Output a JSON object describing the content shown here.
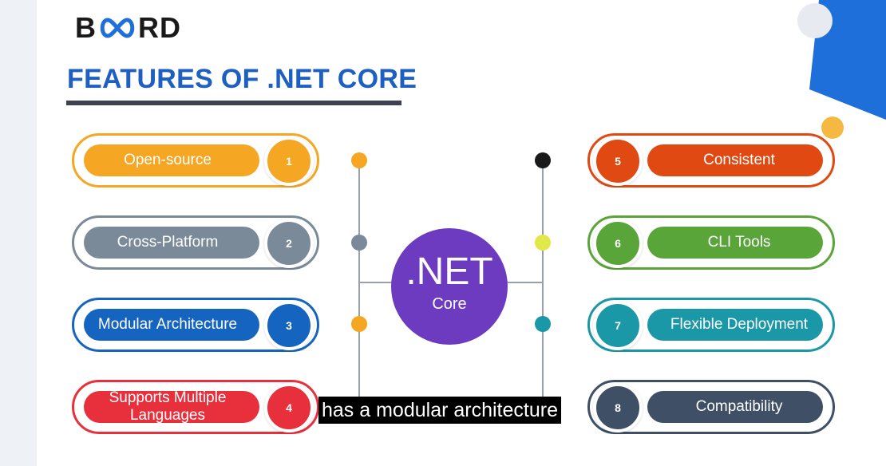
{
  "logo": {
    "text_b": "B",
    "text_rd": "RD"
  },
  "title": "FEATURES OF .NET CORE",
  "center": {
    "line1": ".NET",
    "line2": "Core",
    "color": "#6c3bbf"
  },
  "features_left": [
    {
      "num": "1",
      "label": "Open-source",
      "color": "#f5a623"
    },
    {
      "num": "2",
      "label": "Cross-Platform",
      "color": "#7b8a99"
    },
    {
      "num": "3",
      "label": "Modular Architecture",
      "color": "#1565c0"
    },
    {
      "num": "4",
      "label": "Supports Multiple Languages",
      "color": "#e8303c"
    }
  ],
  "features_right": [
    {
      "num": "5",
      "label": "Consistent",
      "color": "#e04a12"
    },
    {
      "num": "6",
      "label": "CLI Tools",
      "color": "#5aa53a"
    },
    {
      "num": "7",
      "label": "Flexible Deployment",
      "color": "#1a98a8"
    },
    {
      "num": "8",
      "label": "Compatibility",
      "color": "#3e4f66"
    }
  ],
  "caption": "has a modular architecture"
}
